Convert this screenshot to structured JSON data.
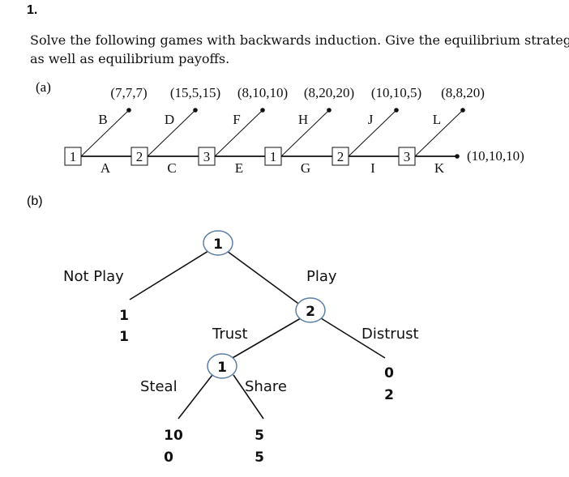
{
  "question_number": "1.",
  "instructions": [
    "Solve the following games with backwards induction. Give the equilibrium strategies",
    "as well as equilibrium payoffs."
  ],
  "part_a": {
    "label": "(a)",
    "nodes": [
      "1",
      "2",
      "3",
      "1",
      "2",
      "3"
    ],
    "continue_actions": [
      "A",
      "C",
      "E",
      "G",
      "I",
      "K"
    ],
    "stop_actions": [
      "B",
      "D",
      "F",
      "H",
      "J",
      "L"
    ],
    "stop_payoffs": [
      "(7,7,7)",
      "(15,5,15)",
      "(8,10,10)",
      "(8,20,20)",
      "(10,10,5)",
      "(8,8,20)"
    ],
    "final_payoff": "(10,10,10)"
  },
  "part_b": {
    "label": "(b)",
    "root_player": "1",
    "not_play": "Not Play",
    "play": "Play",
    "not_play_payoff": [
      "1",
      "1"
    ],
    "second_player": "2",
    "trust": "Trust",
    "distrust": "Distrust",
    "distrust_payoff": [
      "0",
      "2"
    ],
    "third_player": "1",
    "steal": "Steal",
    "share": "Share",
    "steal_payoff": [
      "10",
      "0"
    ],
    "share_payoff": [
      "5",
      "5"
    ],
    "node_stroke": "#5b7fa6"
  }
}
